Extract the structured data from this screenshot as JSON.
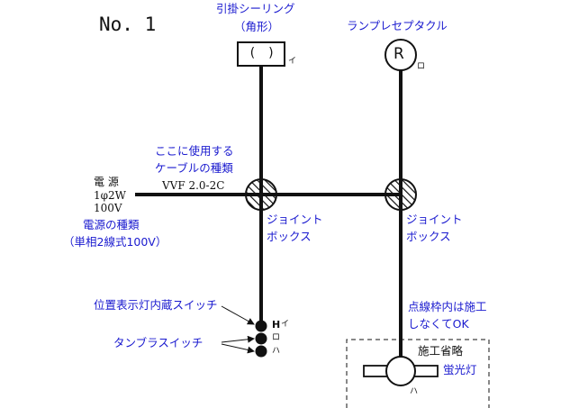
{
  "title": "No. 1",
  "ceiling": {
    "label_line1": "引掛シーリング",
    "label_line2": "（角形）",
    "symbol": "( )",
    "letter": "イ"
  },
  "receptacle": {
    "label": "ランプレセプタクル",
    "symbol": "R",
    "letter": "ロ"
  },
  "cable": {
    "label_line1": "ここに使用する",
    "label_line2": "ケーブルの種類",
    "spec": "VVF 2.0-2C"
  },
  "power": {
    "label": "電 源",
    "phase": "1φ2W",
    "voltage": "100V",
    "type_line1": "電源の種類",
    "type_line2": "（単相2線式100V）"
  },
  "jbox1": {
    "label_line1": "ジョイント",
    "label_line2": "ボックス"
  },
  "jbox2": {
    "label_line1": "ジョイント",
    "label_line2": "ボックス"
  },
  "switches": {
    "pilot_label": "位置表示灯内蔵スイッチ",
    "tumbler_label": "タンブラスイッチ",
    "pilot_mark": "H",
    "letter1": "イ",
    "letter2": "ロ",
    "letter3": "ハ"
  },
  "omitted": {
    "note_line1": "点線枠内は施工",
    "note_line2": "しなくてOK",
    "label": "施工省略"
  },
  "lamp": {
    "label": "蛍光灯",
    "letter": "ハ"
  },
  "colors": {
    "wire": "#111111",
    "label": "#1a1acf"
  }
}
